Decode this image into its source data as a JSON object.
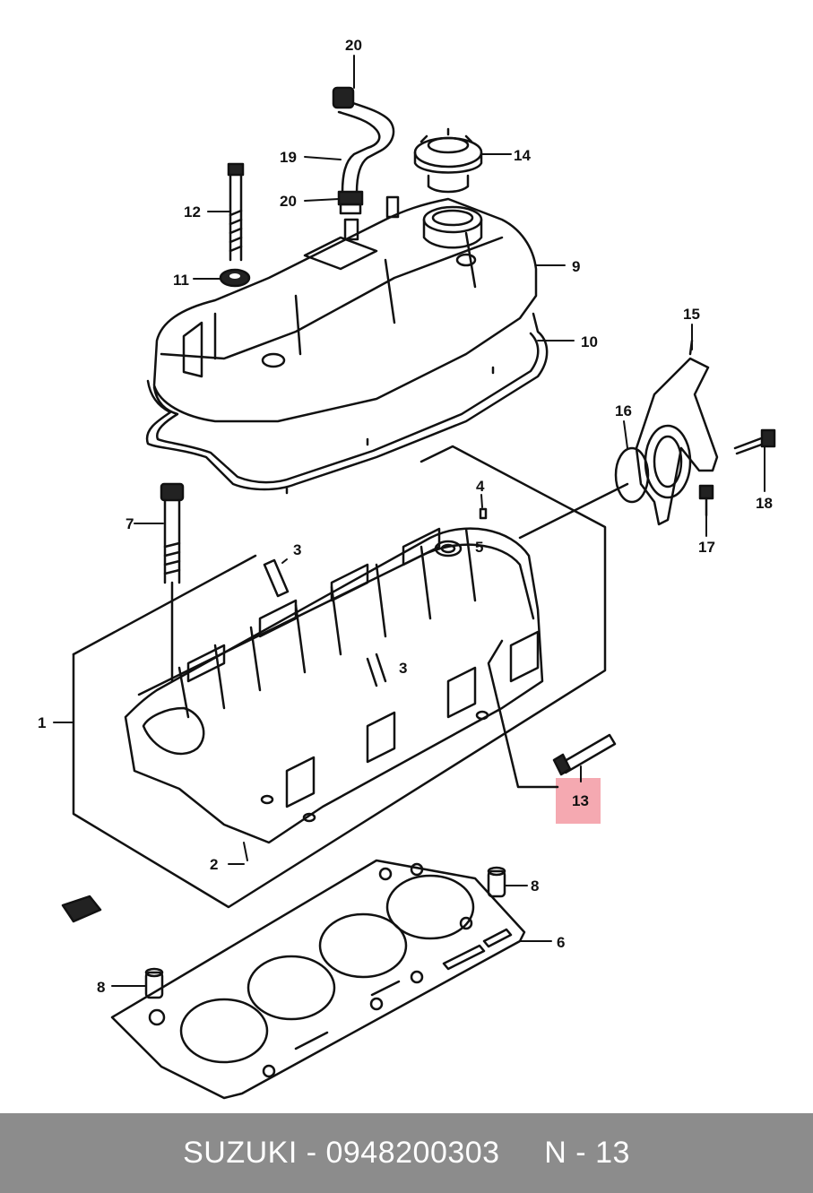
{
  "diagram": {
    "callouts": {
      "p20_top": "20",
      "p19": "19",
      "p20_bottom": "20",
      "p14": "14",
      "p12": "12",
      "p11": "11",
      "p9": "9",
      "p10": "10",
      "p15": "15",
      "p16": "16",
      "p18": "18",
      "p17": "17",
      "p7": "7",
      "p4": "4",
      "p5": "5",
      "p3_upper": "3",
      "p3_lower": "3",
      "p1": "1",
      "p13": "13",
      "p2": "2",
      "p8_right": "8",
      "p6": "6",
      "p8_left": "8"
    },
    "highlighted_part": "13",
    "highlight_color": "#f4a0a8"
  },
  "footer": {
    "text": "SUZUKI - 0948200303     N - 13",
    "background": "#8c8c8c",
    "text_color": "#ffffff"
  }
}
